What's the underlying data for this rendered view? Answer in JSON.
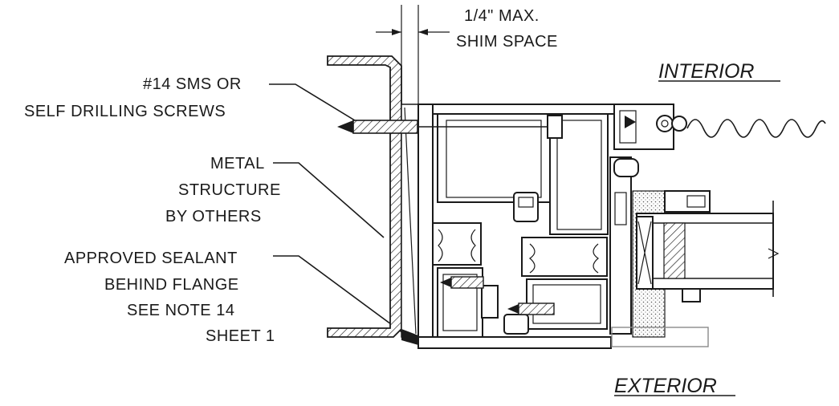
{
  "labels": {
    "shim_line1": "1/4\" MAX.",
    "shim_line2": "SHIM SPACE",
    "screws_line1": "#14 SMS OR",
    "screws_line2": "SELF DRILLING SCREWS",
    "metal_line1": "METAL",
    "metal_line2": "STRUCTURE",
    "metal_line3": "BY OTHERS",
    "sealant_line1": "APPROVED SEALANT",
    "sealant_line2": "BEHIND FLANGE",
    "sealant_line3": "SEE NOTE 14",
    "sealant_line4": "SHEET 1",
    "interior": "INTERIOR",
    "exterior": "EXTERIOR"
  }
}
